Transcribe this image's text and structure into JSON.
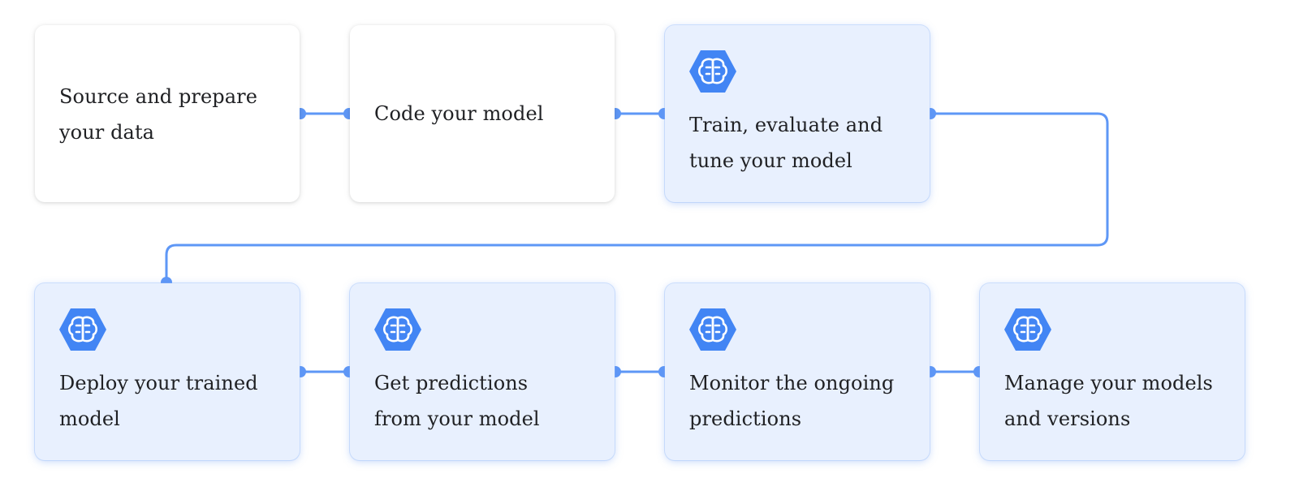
{
  "diagram": {
    "steps": [
      {
        "label_line1": "Source and prepare",
        "label_line2": "your data",
        "has_ai_icon": false
      },
      {
        "label_line1": "Code your model",
        "label_line2": "",
        "has_ai_icon": false
      },
      {
        "label_line1": "Train, evaluate and",
        "label_line2": "tune your model",
        "has_ai_icon": true,
        "icon": "ai-platform-brain-icon"
      },
      {
        "label_line1": "Deploy your trained",
        "label_line2": "model",
        "has_ai_icon": true,
        "icon": "ai-platform-brain-icon"
      },
      {
        "label_line1": "Get predictions",
        "label_line2": "from your model",
        "has_ai_icon": true,
        "icon": "ai-platform-brain-icon"
      },
      {
        "label_line1": "Monitor the ongoing",
        "label_line2": "predictions",
        "has_ai_icon": true,
        "icon": "ai-platform-brain-icon"
      },
      {
        "label_line1": "Manage your models",
        "label_line2": "and versions",
        "has_ai_icon": true,
        "icon": "ai-platform-brain-icon"
      }
    ],
    "colors": {
      "connector": "#5e97f6",
      "icon_hexagon": "#4285f4",
      "ai_card_background": "#e8f0fe",
      "plain_card_background": "#ffffff",
      "text": "#202124"
    }
  }
}
